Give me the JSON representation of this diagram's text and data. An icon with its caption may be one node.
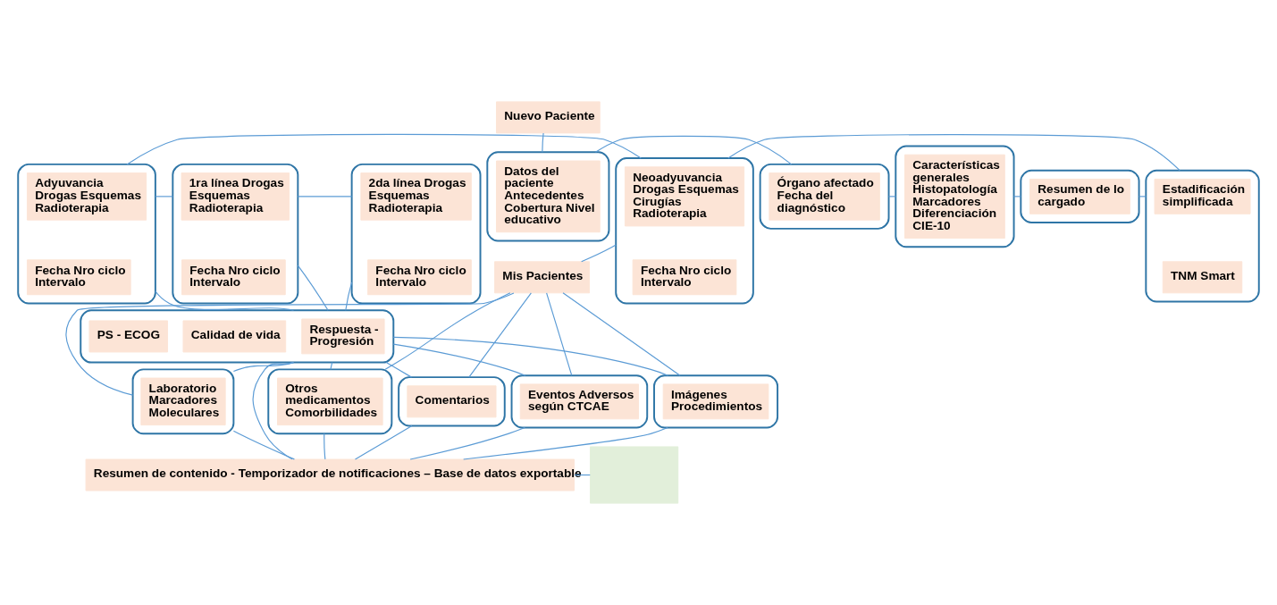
{
  "diagram": {
    "nodes": [
      {
        "text": [
          "Nuevo Paciente"
        ]
      },
      {
        "text": [],
        "shape": "box"
      },
      {
        "text": [
          "Datos del paciente Antecedentes Cobertura Nivel educativo"
        ],
        "in": 1
      },
      {
        "text": [],
        "shape": "box"
      },
      {
        "text": [
          "Órgano afectado Fecha del diagnóstico"
        ],
        "in": 3
      },
      {
        "text": [],
        "shape": "box"
      },
      {
        "text": [
          "Características generales Histopatología Marcadores Diferenciación CIE-10"
        ],
        "in": 5
      },
      {
        "text": [],
        "shape": "box"
      },
      {
        "text": [
          "Resumen de lo cargado"
        ],
        "in": 7
      },
      {
        "text": [],
        "shape": "box"
      },
      {
        "text": [
          "Estadificación simplificada"
        ],
        "in": 9
      },
      {
        "text": [
          "TNM Smart"
        ],
        "in": 9
      },
      {
        "text": [],
        "shape": "box"
      },
      {
        "text": [
          "Neoadyuvancia Drogas Esquemas Cirugías Radioterapia"
        ],
        "in": 12
      },
      {
        "text": [
          "Fecha Nro ciclo Intervalo"
        ],
        "in": 12
      },
      {
        "text": [],
        "shape": "box"
      },
      {
        "text": [
          "Adyuvancia Drogas Esquemas Radioterapia"
        ],
        "in": 15
      },
      {
        "text": [
          "Fecha Nro ciclo Intervalo"
        ],
        "in": 15
      },
      {
        "text": [],
        "shape": "box"
      },
      {
        "text": [
          "1ra línea Drogas Esquemas Radioterapia"
        ],
        "in": 18
      },
      {
        "text": [
          "Fecha Nro ciclo Intervalo"
        ],
        "in": 18
      },
      {
        "text": [],
        "shape": "box"
      },
      {
        "text": [
          "2da línea Drogas Esquemas Radioterapia"
        ],
        "in": 21
      },
      {
        "text": [
          "Fecha Nro ciclo Intervalo"
        ],
        "in": 21
      },
      {
        "text": [
          "Mis Pacientes"
        ]
      },
      {
        "text": [],
        "shape": "box"
      },
      {
        "text": [
          "Respuesta - Progresión"
        ],
        "in": 25
      },
      {
        "text": [
          "Calidad de vida"
        ],
        "in": 25
      },
      {
        "text": [
          "PS - ECOG"
        ],
        "in": 25
      },
      {
        "text": [],
        "shape": "box"
      },
      {
        "text": [
          "Otros medicamentos Comorbilidades"
        ],
        "in": 29
      },
      {
        "text": [],
        "shape": "box"
      },
      {
        "text": [
          "Imágenes Procedimientos"
        ],
        "in": 31
      },
      {
        "text": [],
        "shape": "box"
      },
      {
        "text": [
          "Laboratorio Marcadores Moleculares"
        ],
        "in": 33
      },
      {
        "text": [],
        "shape": "box"
      },
      {
        "text": [
          "Comentarios"
        ],
        "in": 35
      },
      {
        "text": [],
        "shape": "box"
      },
      {
        "text": [
          "Eventos Adversos según CTCAE"
        ],
        "in": 37
      },
      {
        "text": [
          "Resumen de contenido - Temporizador de notificaciones – Base de datos exportable"
        ]
      },
      {
        "text": [],
        "shape": "box"
      }
    ],
    "edges": [
      {
        "from": 0,
        "to": 1,
        "arrow": "none"
      },
      {
        "from": 1,
        "to": 3,
        "arrow": "none"
      },
      {
        "from": 3,
        "to": 5,
        "arrow": "none"
      },
      {
        "from": 5,
        "to": 7,
        "arrow": "none"
      },
      {
        "from": 7,
        "to": 9,
        "arrow": "none"
      },
      {
        "from": 9,
        "to": 12,
        "arrow": "none"
      },
      {
        "from": 12,
        "to": 15,
        "arrow": "none"
      },
      {
        "from": 15,
        "to": 18,
        "arrow": "none"
      },
      {
        "from": 18,
        "to": 21,
        "arrow": "none"
      },
      {
        "from": 24,
        "to": 12,
        "arrow": "none"
      },
      {
        "from": 15,
        "to": 25,
        "arrow": "none"
      },
      {
        "from": 18,
        "to": 25,
        "arrow": "none"
      },
      {
        "from": 21,
        "to": 25,
        "arrow": "none"
      },
      {
        "from": 24,
        "to": 29,
        "arrow": "none"
      },
      {
        "from": 24,
        "to": 31,
        "arrow": "none"
      },
      {
        "from": 24,
        "to": 33,
        "arrow": "none"
      },
      {
        "from": 24,
        "to": 35,
        "arrow": "none"
      },
      {
        "from": 24,
        "to": 37,
        "arrow": "none"
      },
      {
        "from": 25,
        "to": 29,
        "arrow": "none"
      },
      {
        "from": 25,
        "to": 31,
        "arrow": "none"
      },
      {
        "from": 25,
        "to": 33,
        "arrow": "none"
      },
      {
        "from": 25,
        "to": 35,
        "arrow": "none"
      },
      {
        "from": 25,
        "to": 37,
        "arrow": "none"
      },
      {
        "from": 25,
        "to": 39,
        "arrow": "none"
      },
      {
        "from": 29,
        "to": 39,
        "arrow": "none"
      },
      {
        "from": 31,
        "to": 39,
        "arrow": "none"
      },
      {
        "from": 33,
        "to": 39,
        "arrow": "none"
      },
      {
        "from": 35,
        "to": 39,
        "arrow": "none"
      },
      {
        "from": 37,
        "to": 39,
        "arrow": "none"
      },
      {
        "from": 39,
        "to": 40,
        "arrow": "none"
      }
    ]
  }
}
